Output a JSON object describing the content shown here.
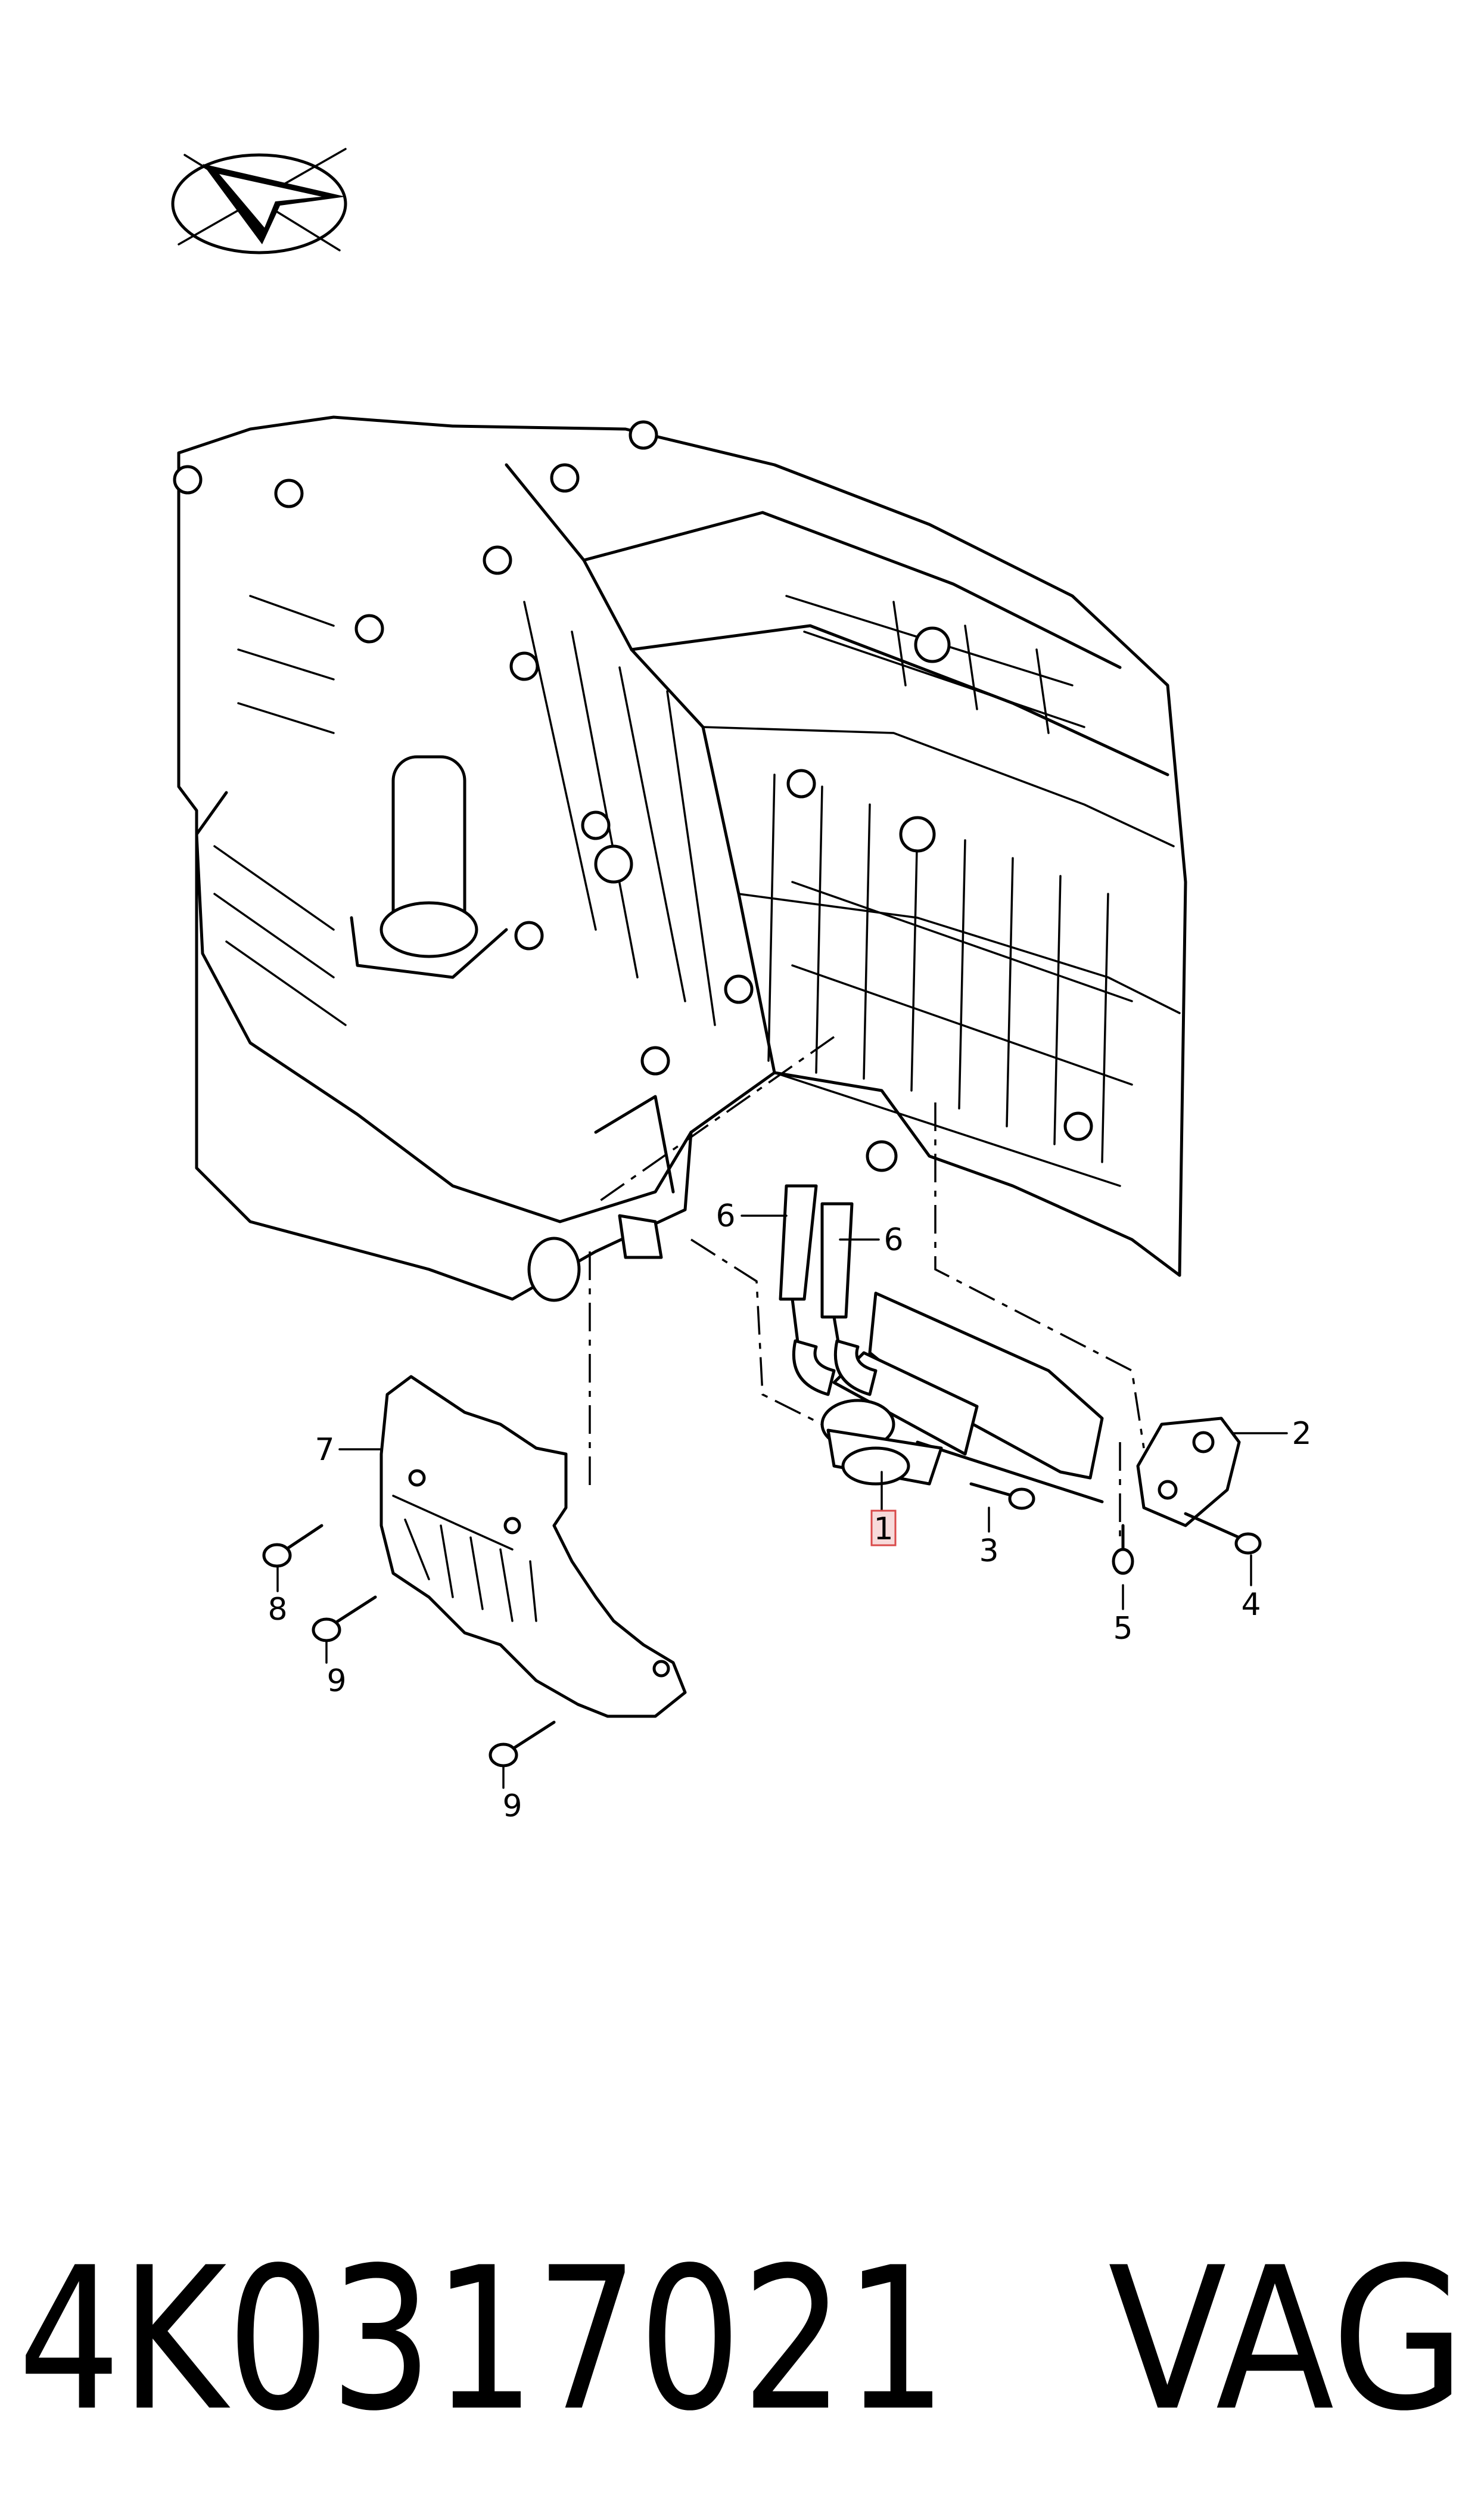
{
  "callouts": [
    {
      "id": "c1",
      "label": "1",
      "highlighted": true
    },
    {
      "id": "c2",
      "label": "2"
    },
    {
      "id": "c3",
      "label": "3"
    },
    {
      "id": "c4",
      "label": "4"
    },
    {
      "id": "c5",
      "label": "5"
    },
    {
      "id": "c6a",
      "label": "6"
    },
    {
      "id": "c6b",
      "label": "6"
    },
    {
      "id": "c7",
      "label": "7"
    },
    {
      "id": "c8",
      "label": "8"
    },
    {
      "id": "c9a",
      "label": "9"
    },
    {
      "id": "c9b",
      "label": "9"
    }
  ],
  "footer": {
    "part_number": "4K0317021",
    "brand": "VAG"
  },
  "colors": {
    "line": "#000000",
    "highlight_fill": "#f7dada",
    "highlight_border": "#d94a4a"
  },
  "icons": [
    "orientation-arrow-icon"
  ]
}
